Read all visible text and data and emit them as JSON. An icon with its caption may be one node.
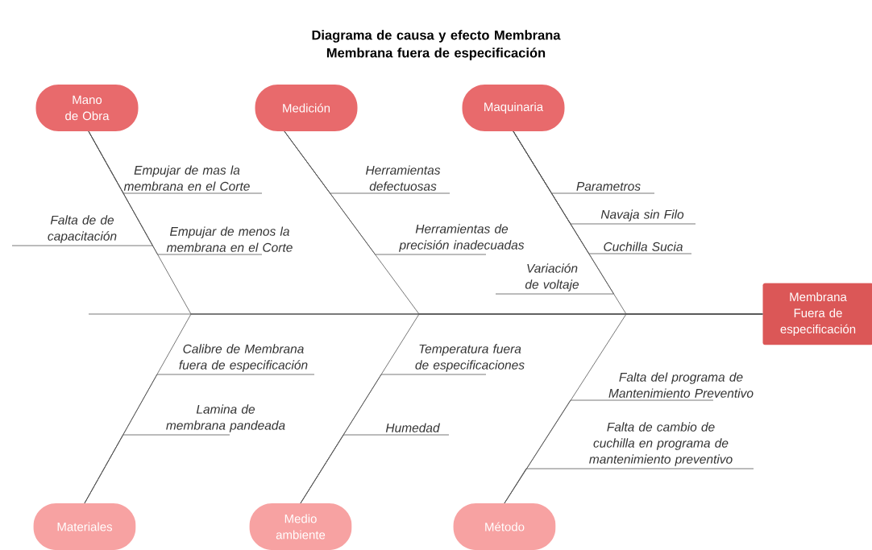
{
  "diagram": {
    "title": "Diagrama de causa y efecto Membrana  Membrana fuera de especificación",
    "nodes": [
      {
        "text": [
          "Mano de Obra"
        ]
      },
      {
        "text": [
          "Medición"
        ]
      },
      {
        "text": [
          "Maquinaria"
        ]
      },
      {
        "text": [
          "Membrana Fuera de especificación"
        ]
      },
      {
        "text": [
          "Materiales"
        ]
      },
      {
        "text": [
          "Medio ambiente"
        ]
      },
      {
        "text": [
          "Método"
        ]
      },
      {
        "text": [
          "Empujar de mas la membrana  en el Corte"
        ]
      },
      {
        "text": [
          "Falta de de capacitación"
        ]
      },
      {
        "text": [
          "Empujar de menos la membrana  en el Corte"
        ]
      },
      {
        "text": [
          "Herramientas defectuosas"
        ]
      },
      {
        "text": [
          "Herramientas de precisión inadecuadas"
        ]
      },
      {
        "text": [
          "Parametros"
        ]
      },
      {
        "text": [
          "Navaja sin Filo"
        ]
      },
      {
        "text": [
          "Cuchilla Sucia"
        ]
      },
      {
        "text": [
          "Variación de voltaje"
        ]
      },
      {
        "text": [
          "Calibre de Membrana fuera de especificación"
        ]
      },
      {
        "text": [
          "Lamina de membrana pandeada"
        ]
      },
      {
        "text": [
          "Temperatura fuera de especificaciones"
        ]
      },
      {
        "text": [
          "Humedad"
        ]
      },
      {
        "text": [
          "Falta del programa de Mantenimiento Preventivo"
        ]
      },
      {
        "text": [
          "Falta de cambio de cuchilla en programa de mantenimiento preventivo"
        ]
      }
    ],
    "edges": [
      {
        "from": 0,
        "to": 3,
        "arrow": "none"
      },
      {
        "from": 1,
        "to": 3,
        "arrow": "none"
      },
      {
        "from": 2,
        "to": 3,
        "arrow": "none"
      },
      {
        "from": 4,
        "to": 3,
        "arrow": "none"
      },
      {
        "from": 5,
        "to": 3,
        "arrow": "none"
      },
      {
        "from": 6,
        "to": 3,
        "arrow": "none"
      },
      {
        "from": 7,
        "to": 0,
        "arrow": "none"
      },
      {
        "from": 8,
        "to": 0,
        "arrow": "none"
      },
      {
        "from": 9,
        "to": 0,
        "arrow": "none"
      },
      {
        "from": 10,
        "to": 1,
        "arrow": "none"
      },
      {
        "from": 11,
        "to": 1,
        "arrow": "none"
      },
      {
        "from": 12,
        "to": 2,
        "arrow": "none"
      },
      {
        "from": 13,
        "to": 2,
        "arrow": "none"
      },
      {
        "from": 14,
        "to": 2,
        "arrow": "none"
      },
      {
        "from": 15,
        "to": 2,
        "arrow": "none"
      },
      {
        "from": 16,
        "to": 4,
        "arrow": "none"
      },
      {
        "from": 17,
        "to": 4,
        "arrow": "none"
      },
      {
        "from": 18,
        "to": 5,
        "arrow": "none"
      },
      {
        "from": 19,
        "to": 5,
        "arrow": "none"
      },
      {
        "from": 20,
        "to": 6,
        "arrow": "none"
      },
      {
        "from": 21,
        "to": 6,
        "arrow": "none"
      }
    ]
  }
}
